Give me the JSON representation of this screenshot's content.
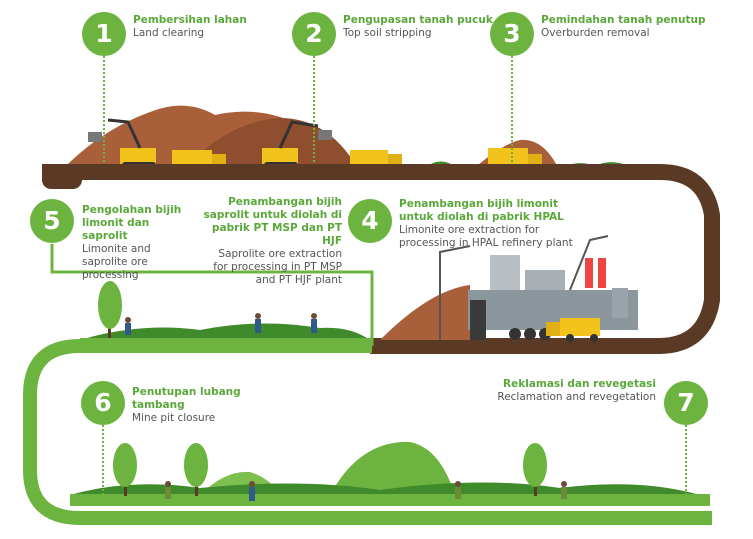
{
  "steps": [
    {
      "number": "1",
      "title_id": "Pembersihan lahan",
      "title_en": "Land clearing"
    },
    {
      "number": "2",
      "title_id": "Pengupasan tanah pucuk",
      "title_en": "Top soil stripping"
    },
    {
      "number": "3",
      "title_id": "Pemindahan tanah penutup",
      "title_en": "Overburden removal"
    },
    {
      "number": "4",
      "title_id": "Penambangan bijih limonit untuk diolah di pabrik HPAL",
      "title_en": "Limonite ore extraction for processing in HPAL refinery plant"
    },
    {
      "number": "5",
      "title_id": "Pengolahan bijih limonit dan saprolit",
      "title_en": "Limonite and saprolite ore processing"
    },
    {
      "number": "",
      "title_id": "Penambangan bijih saprolit untuk diolah di pabrik PT MSP dan PT HJF",
      "title_en": "Saprolite ore extraction for processing in PT MSP and PT HJF plant"
    },
    {
      "number": "6",
      "title_id": "Penutupan lubang tambang",
      "title_en": "Mine pit closure"
    },
    {
      "number": "7",
      "title_id": "Reklamasi dan revegetasi",
      "title_en": "Reclamation and revegetation"
    }
  ],
  "colors": {
    "green": "#6cb43f",
    "dark_green": "#3f8a2a",
    "brown": "#5a3a24",
    "soil": "#a9603a",
    "truck": "#f2c21d"
  },
  "icons": [
    "excavator-icon",
    "dump-truck-icon",
    "factory-icon",
    "tree-icon",
    "worker-icon"
  ]
}
